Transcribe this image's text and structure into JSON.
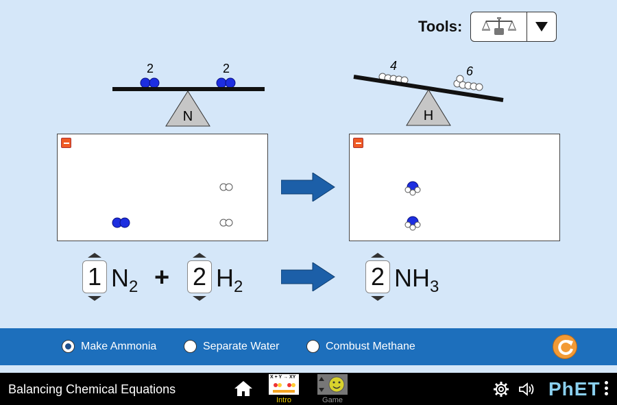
{
  "tools": {
    "label": "Tools:",
    "selected_icon": "balance-scale-icon",
    "dropdown_icon": "triangle-down-icon"
  },
  "scales": {
    "left": {
      "element": "N",
      "left_count": "2",
      "right_count": "2",
      "state": "balanced"
    },
    "right": {
      "element": "H",
      "left_count": "4",
      "right_count": "6",
      "state": "tilted"
    }
  },
  "equation": {
    "terms": [
      {
        "coefficient": "1",
        "formula": "N",
        "subscript": "2"
      },
      {
        "operator": "+"
      },
      {
        "coefficient": "2",
        "formula": "H",
        "subscript": "2"
      },
      {
        "arrow": "right-arrow-icon"
      },
      {
        "coefficient": "2",
        "formula": "NH",
        "subscript": "3"
      }
    ]
  },
  "colors": {
    "nitrogen": "#1d2ee0",
    "hydrogen": "#ffffff",
    "arrow": "#1c5fa8",
    "control_bar": "#1d6fbc",
    "background": "#d5e7f9"
  },
  "reactions": {
    "options": [
      "Make Ammonia",
      "Separate Water",
      "Combust Methane"
    ],
    "selected": "Make Ammonia"
  },
  "navbar": {
    "title": "Balancing Chemical Equations",
    "screens": [
      {
        "label": "Intro",
        "active": true,
        "thumb_text": "X + Y → XY"
      },
      {
        "label": "Game",
        "active": false
      }
    ],
    "brand": "PhET"
  }
}
